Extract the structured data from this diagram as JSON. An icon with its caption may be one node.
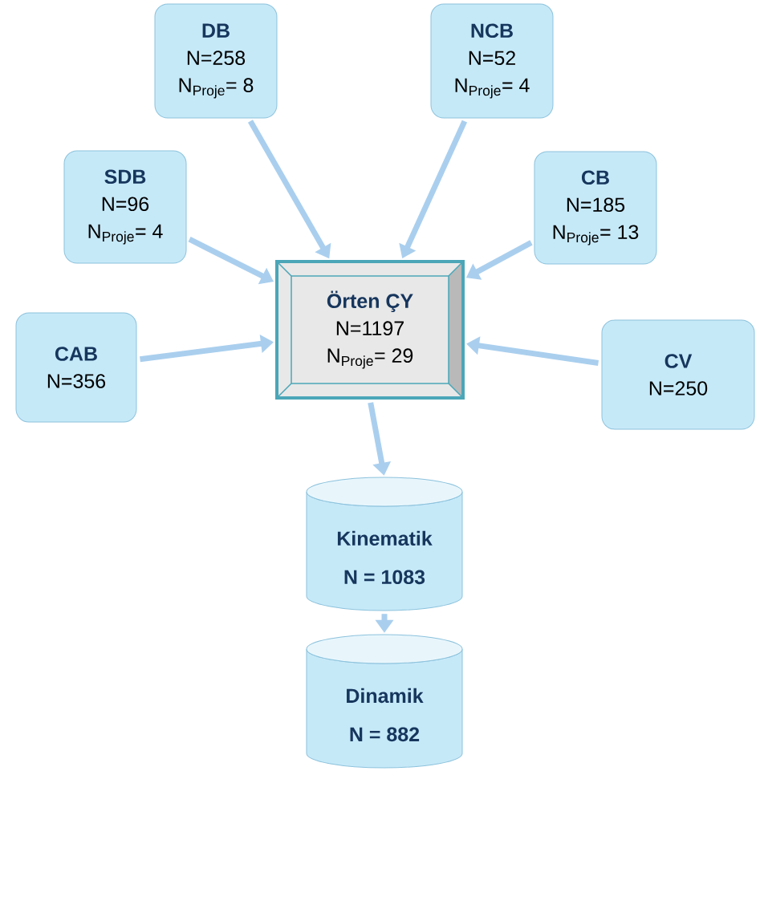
{
  "diagram": {
    "nodes": [
      {
        "text": [
          "DB",
          "N=258",
          "N$_{Proje}$= 8"
        ]
      },
      {
        "text": [
          "NCB",
          "N=52",
          "N$_{Proje}$= 4"
        ]
      },
      {
        "text": [
          "SDB",
          "N=96",
          "N$_{Proje}$= 4"
        ]
      },
      {
        "text": [
          "CB",
          "N=185",
          "N$_{Proje}$= 13"
        ]
      },
      {
        "text": [
          "Örten ÇY",
          "N=1197",
          "N$_{Proje}$= 29"
        ]
      },
      {
        "text": [
          "CAB",
          "N=356"
        ]
      },
      {
        "text": [
          "CV",
          "N=250"
        ]
      },
      {
        "text": [
          "Kinematik",
          "N = 1083"
        ]
      },
      {
        "text": [
          "Dinamik",
          "N = 882"
        ]
      }
    ],
    "edges": [
      {
        "from": 0,
        "to": 4,
        "arrow": "to"
      },
      {
        "from": 1,
        "to": 4,
        "arrow": "to"
      },
      {
        "from": 2,
        "to": 4,
        "arrow": "to"
      },
      {
        "from": 3,
        "to": 4,
        "arrow": "to"
      },
      {
        "from": 5,
        "to": 4,
        "arrow": "to"
      },
      {
        "from": 6,
        "to": 4,
        "arrow": "to"
      },
      {
        "from": 4,
        "to": 7,
        "arrow": "to"
      },
      {
        "from": 7,
        "to": 8,
        "arrow": "to"
      }
    ]
  }
}
